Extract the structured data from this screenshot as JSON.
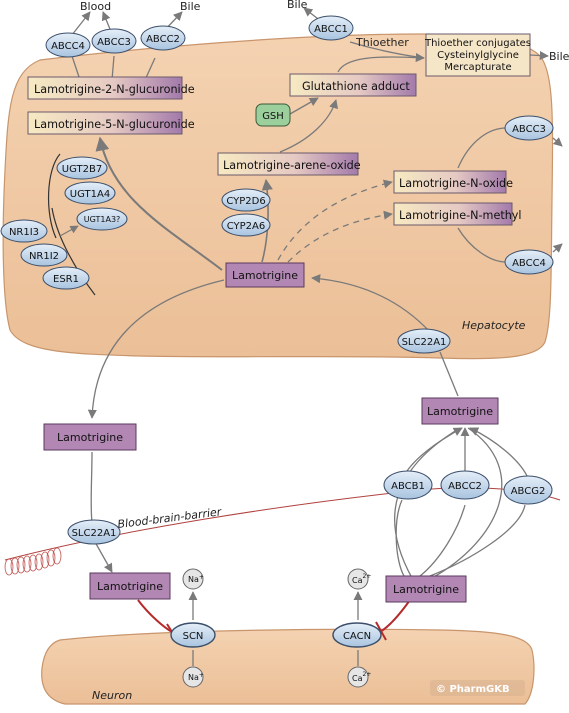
{
  "labels": {
    "blood": "Blood",
    "bile_top": "Bile",
    "bile_abcc1": "Bile",
    "bile_thioether": "Bile",
    "thioether": "Thioether",
    "hepatocyte": "Hepatocyte",
    "bbb": "Blood-brain-barrier",
    "neuron": "Neuron",
    "copyright": "© PharmGKB"
  },
  "drugs": {
    "lamotrigine": "Lamotrigine",
    "glucuronide2": "Lamotrigine-2-N-glucuronide",
    "glucuronide5": "Lamotrigine-5-N-glucuronide",
    "arene_oxide": "Lamotrigine-arene-oxide",
    "n_oxide": "Lamotrigine-N-oxide",
    "n_methyl": "Lamotrigine-N-methyl",
    "glutathione": "Glutathione adduct",
    "thioether_conj": [
      "Thioether conjugates",
      "Cysteinylglycine",
      "Mercapturate"
    ]
  },
  "genes": {
    "abcc4_top": "ABCC4",
    "abcc3_top": "ABCC3",
    "abcc2_top": "ABCC2",
    "abcc1": "ABCC1",
    "abcc3_right": "ABCC3",
    "abcc4_right": "ABCC4",
    "ugt2b7": "UGT2B7",
    "ugt1a4": "UGT1A4",
    "ugt1a3": "UGT1A3?",
    "nr1i3": "NR1I3",
    "nr1i2": "NR1I2",
    "esr1": "ESR1",
    "gsh": "GSH",
    "cyp2d6": "CYP2D6",
    "cyp2a6": "CYP2A6",
    "slc22a1_hep": "SLC22A1",
    "slc22a1_bbb": "SLC22A1",
    "abcb1": "ABCB1",
    "abcc2_bbb": "ABCC2",
    "abcg2": "ABCG2",
    "scn": "SCN",
    "cacn": "CACN"
  },
  "ions": {
    "na_base": "Na",
    "na_sup": "+",
    "ca_base": "Ca",
    "ca_sup": "2+"
  },
  "colors": {
    "cell_fill": "#f2c9a4",
    "cell_stroke": "#c8956c",
    "gene_fill": "#c9dcef",
    "gene_stroke": "#3c4f6a",
    "drug_fill": "#b287b3",
    "drug_stroke": "#5b3a5c",
    "metabolite_from": "#f7eac2",
    "metabolite_to": "#a37aab",
    "gsh_fill": "#9bcf9b",
    "arrow": "#7a7a7a",
    "inhibit": "#b52a2a"
  }
}
